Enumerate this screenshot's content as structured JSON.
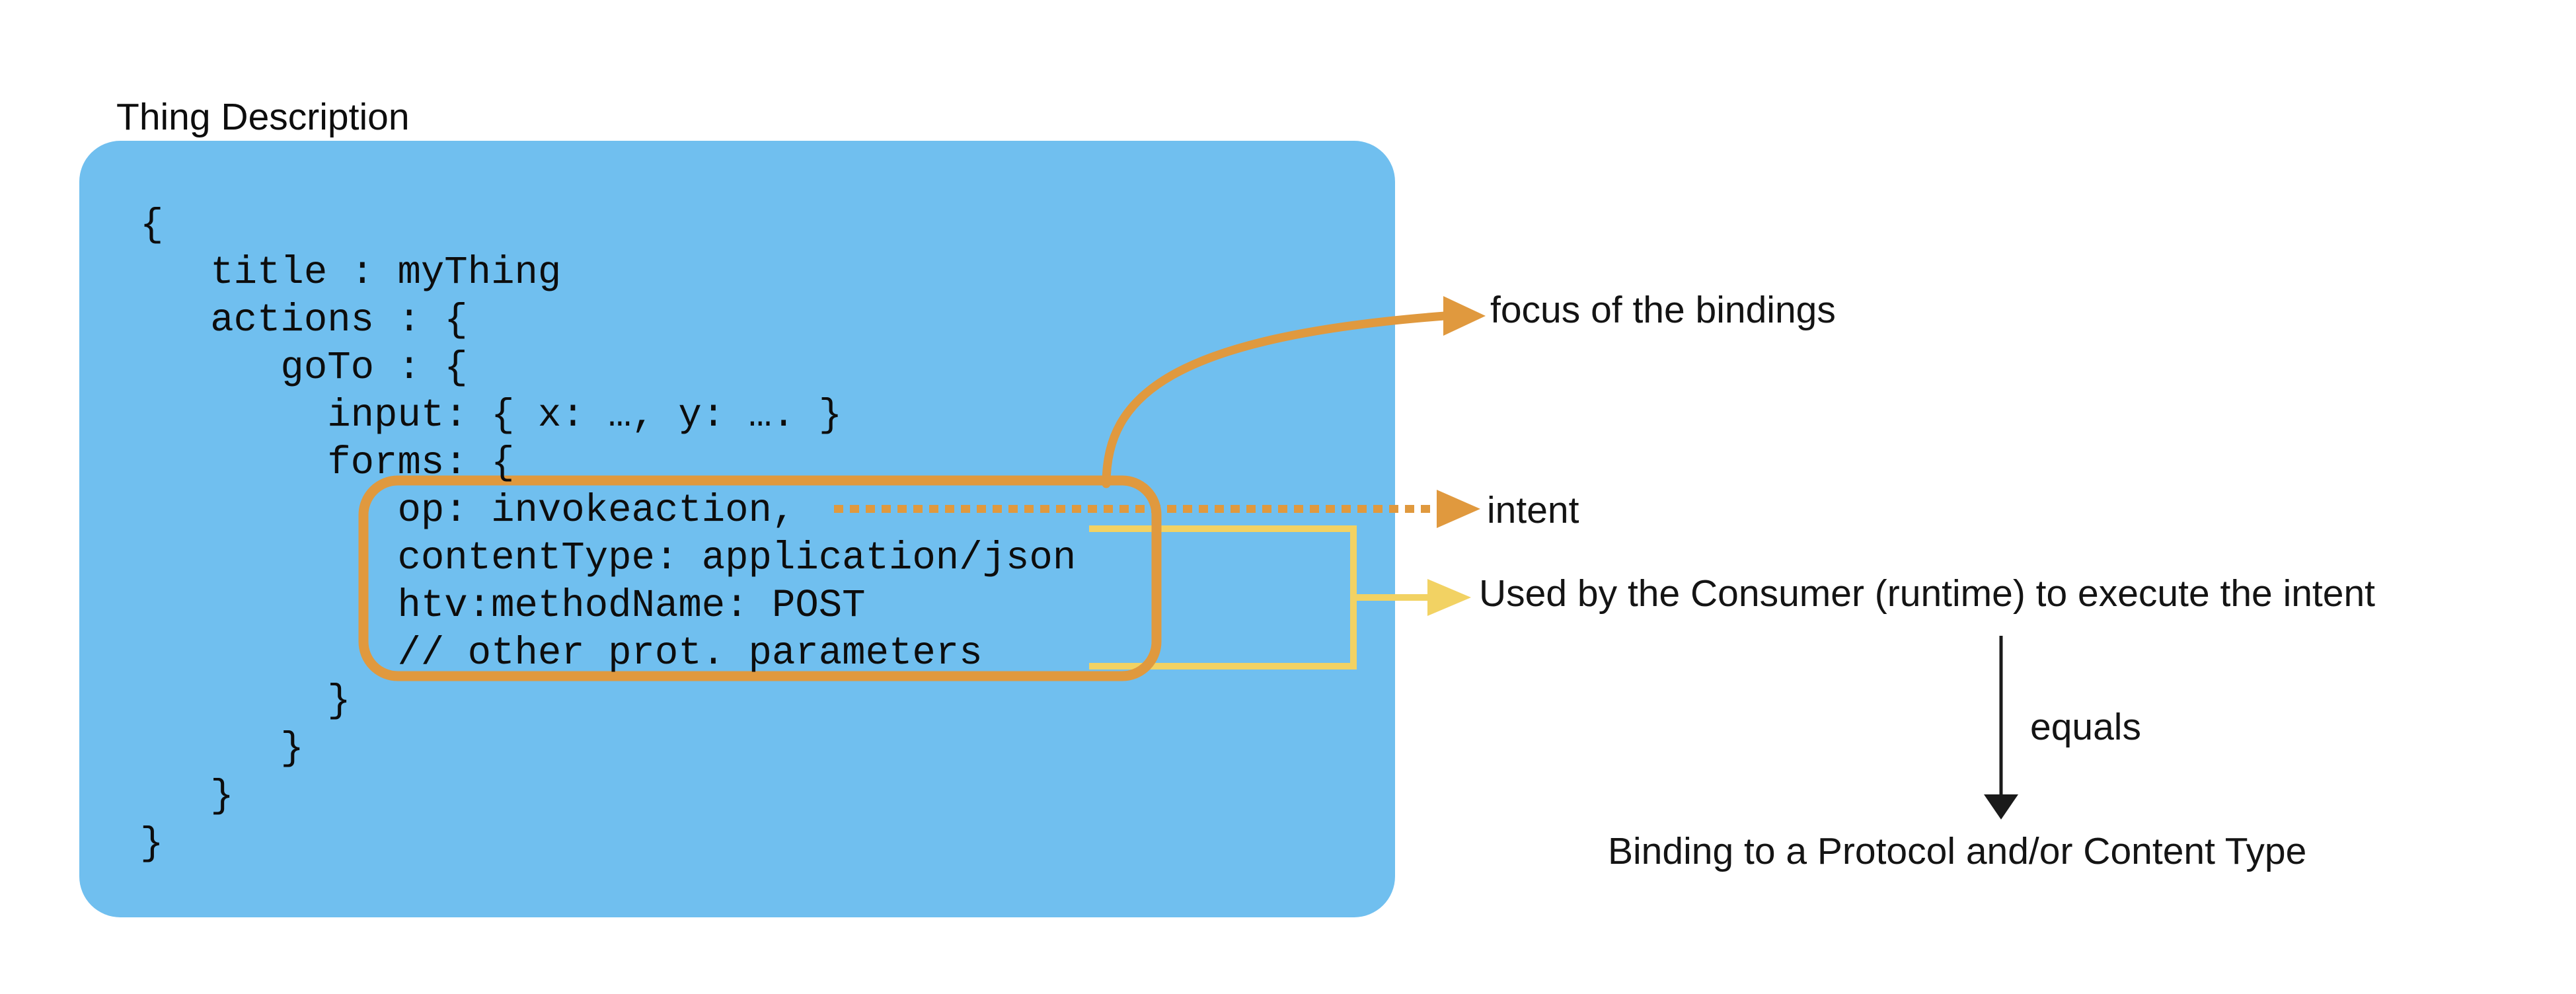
{
  "title": "Thing Description",
  "colors": {
    "panel_blue": "#70BFEF",
    "highlight_orange": "#E0993E",
    "bracket_yellow": "#F2D263",
    "arrow_black": "#1a1a1a"
  },
  "code_block": {
    "lines": [
      "{",
      "   title : myThing",
      "   actions : {",
      "      goTo : {",
      "        input: { x: …, y: …. }",
      "        forms: {",
      "           op: invokeaction,",
      "           contentType: application/json",
      "           htv:methodName: POST",
      "           // other prot. parameters",
      "        }",
      "      }",
      "   }",
      "}"
    ]
  },
  "annotations": {
    "focus_label": "focus of the bindings",
    "intent_label": "intent",
    "used_by_label": "Used by the Consumer (runtime) to execute the intent",
    "equals_label": "equals",
    "binding_label": "Binding to a Protocol and/or Content Type"
  }
}
